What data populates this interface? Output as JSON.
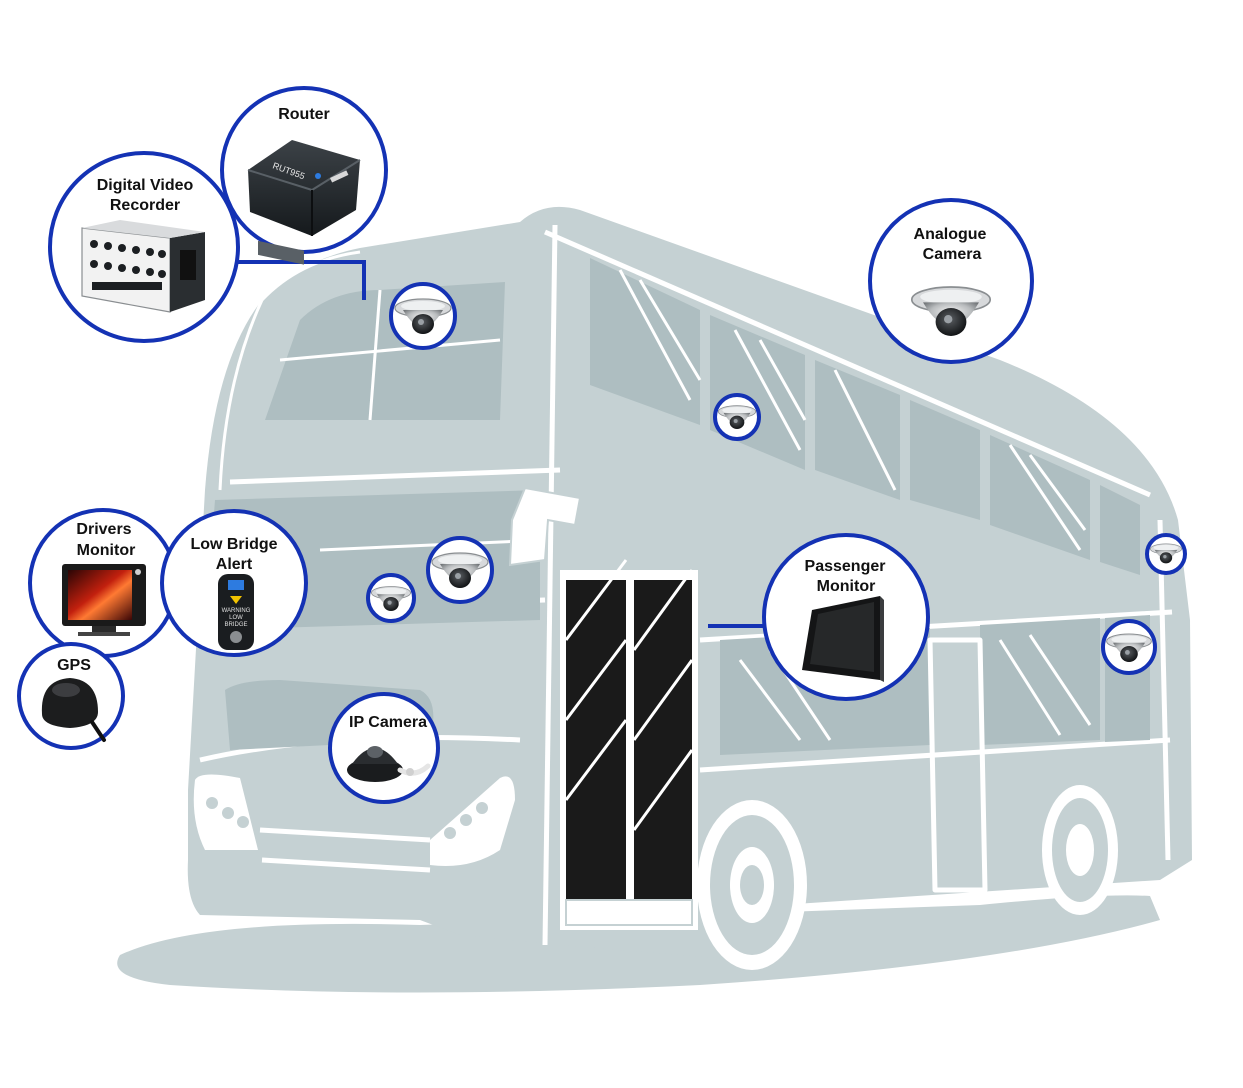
{
  "labels": {
    "router": "Router",
    "dvr_line1": "Digital Video",
    "dvr_line2": "Recorder",
    "analogue_line1": "Analogue",
    "analogue_line2": "Camera",
    "drivers_line1": "Drivers",
    "drivers_line2": "Monitor",
    "lowbridge_line1": "Low Bridge",
    "lowbridge_line2": "Alert",
    "gps": "GPS",
    "ipcamera": "IP Camera",
    "passenger_line1": "Passenger",
    "passenger_line2": "Monitor"
  },
  "device_text": {
    "router_model": "RUT955",
    "lowbridge_warning_1": "WARNING",
    "lowbridge_warning_2": "LOW",
    "lowbridge_warning_3": "BRIDGE"
  },
  "colors": {
    "accent_blue": "#1432b4",
    "bus_grey": "#c5d1d3",
    "label_text": "#111111"
  },
  "icons": [
    "router-icon",
    "dvr-icon",
    "dome-camera-icon",
    "monitor-icon",
    "gps-antenna-icon",
    "low-bridge-alert-icon",
    "ip-camera-icon"
  ]
}
